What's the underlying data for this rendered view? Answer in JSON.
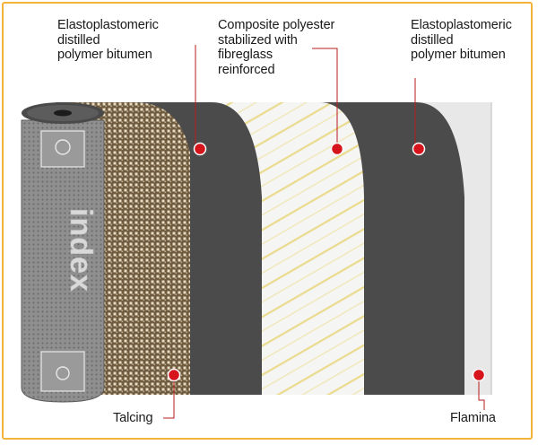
{
  "labels": {
    "top_left": "Elastoplastomeric\ndistilled\npolymer bitumen",
    "top_center": "Composite polyester\nstabilized with\nfibreglass\nreinforced",
    "top_right": "Elastoplastomeric\ndistilled\npolymer bitumen",
    "bottom_left": "Talcing",
    "bottom_right": "Flamina"
  },
  "roll": {
    "brand": "index"
  },
  "colors": {
    "frame": "#f2b33a",
    "bitumen": "#4a4a4a",
    "polyester": "#f4f4f4",
    "fiberglass_stripe": "#eadb8e",
    "talcing": "#7a6547",
    "flamina": "#e6e6e6",
    "marker": "#d6141c"
  }
}
